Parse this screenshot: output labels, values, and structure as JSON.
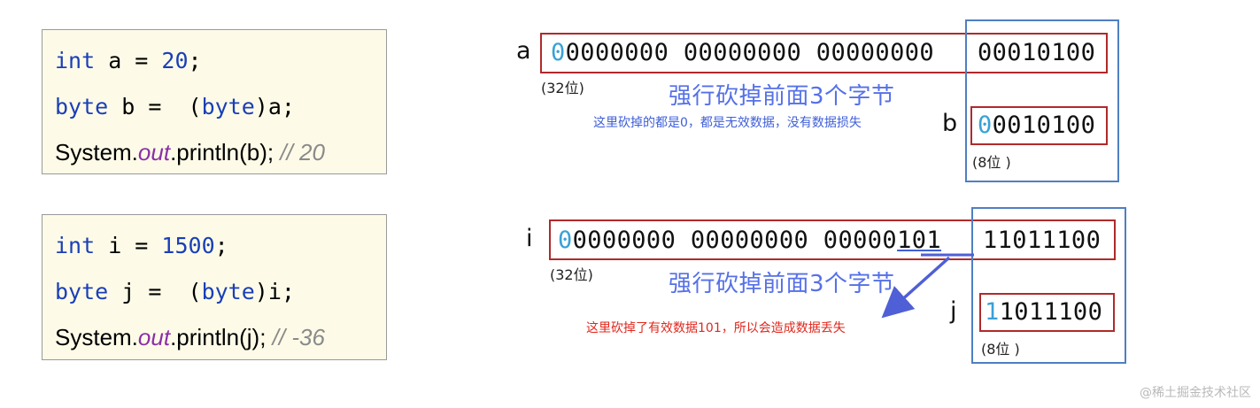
{
  "example1": {
    "code": {
      "line1": {
        "kw": "int",
        "rest": " a = ",
        "num": "20",
        "end": ";"
      },
      "line2": {
        "kw": "byte",
        "rest": " b =  (",
        "kw2": "byte",
        "end": ")a;"
      },
      "line3": {
        "pre": "System.",
        "out": "out",
        "post": ".println(b); ",
        "comment": "// 20"
      }
    },
    "var_source": "a",
    "source_first_bit": "0",
    "source_bits_rest": "0000000 00000000 00000000",
    "source_kept": "00010100",
    "source_bitcount": "(32位)",
    "cut_label": "强行砍掉前面3个字节",
    "note": "这里砍掉的都是0，都是无效数据，没有数据损失",
    "var_target": "b",
    "target_first_bit": "0",
    "target_bits_rest": "0010100",
    "target_bitcount": "(8位 )"
  },
  "example2": {
    "code": {
      "line1": {
        "kw": "int",
        "rest": " i = ",
        "num": "1500",
        "end": ";"
      },
      "line2": {
        "kw": "byte",
        "rest": " j =  (",
        "kw2": "byte",
        "end": ")i;"
      },
      "line3": {
        "pre": "System.",
        "out": "out",
        "post": ".println(j); ",
        "comment": "// -36"
      }
    },
    "var_source": "i",
    "source_first_bit": "0",
    "source_bits_rest": "0000000 00000000 00000",
    "source_underlined": "101",
    "source_kept": "11011100",
    "source_bitcount": "(32位)",
    "cut_label": "强行砍掉前面3个字节",
    "note": "这里砍掉了有效数据101，所以会造成数据丢失",
    "var_target": "j",
    "target_first_bit": "1",
    "target_bits_rest": "1011100",
    "target_bitcount": "(8位 )"
  },
  "watermark": "@稀土掘金技术社区",
  "colors": {
    "keyword": "#1a3fb8",
    "out_field": "#8b2fa8",
    "comment": "#8a8a8a",
    "red_box": "#b02a2a",
    "blue_box": "#4f7fc2",
    "cut_label": "#5570e8",
    "note_blue": "#3f5fd8",
    "note_red": "#e0281e",
    "first_bit": "#3aa0d8"
  }
}
